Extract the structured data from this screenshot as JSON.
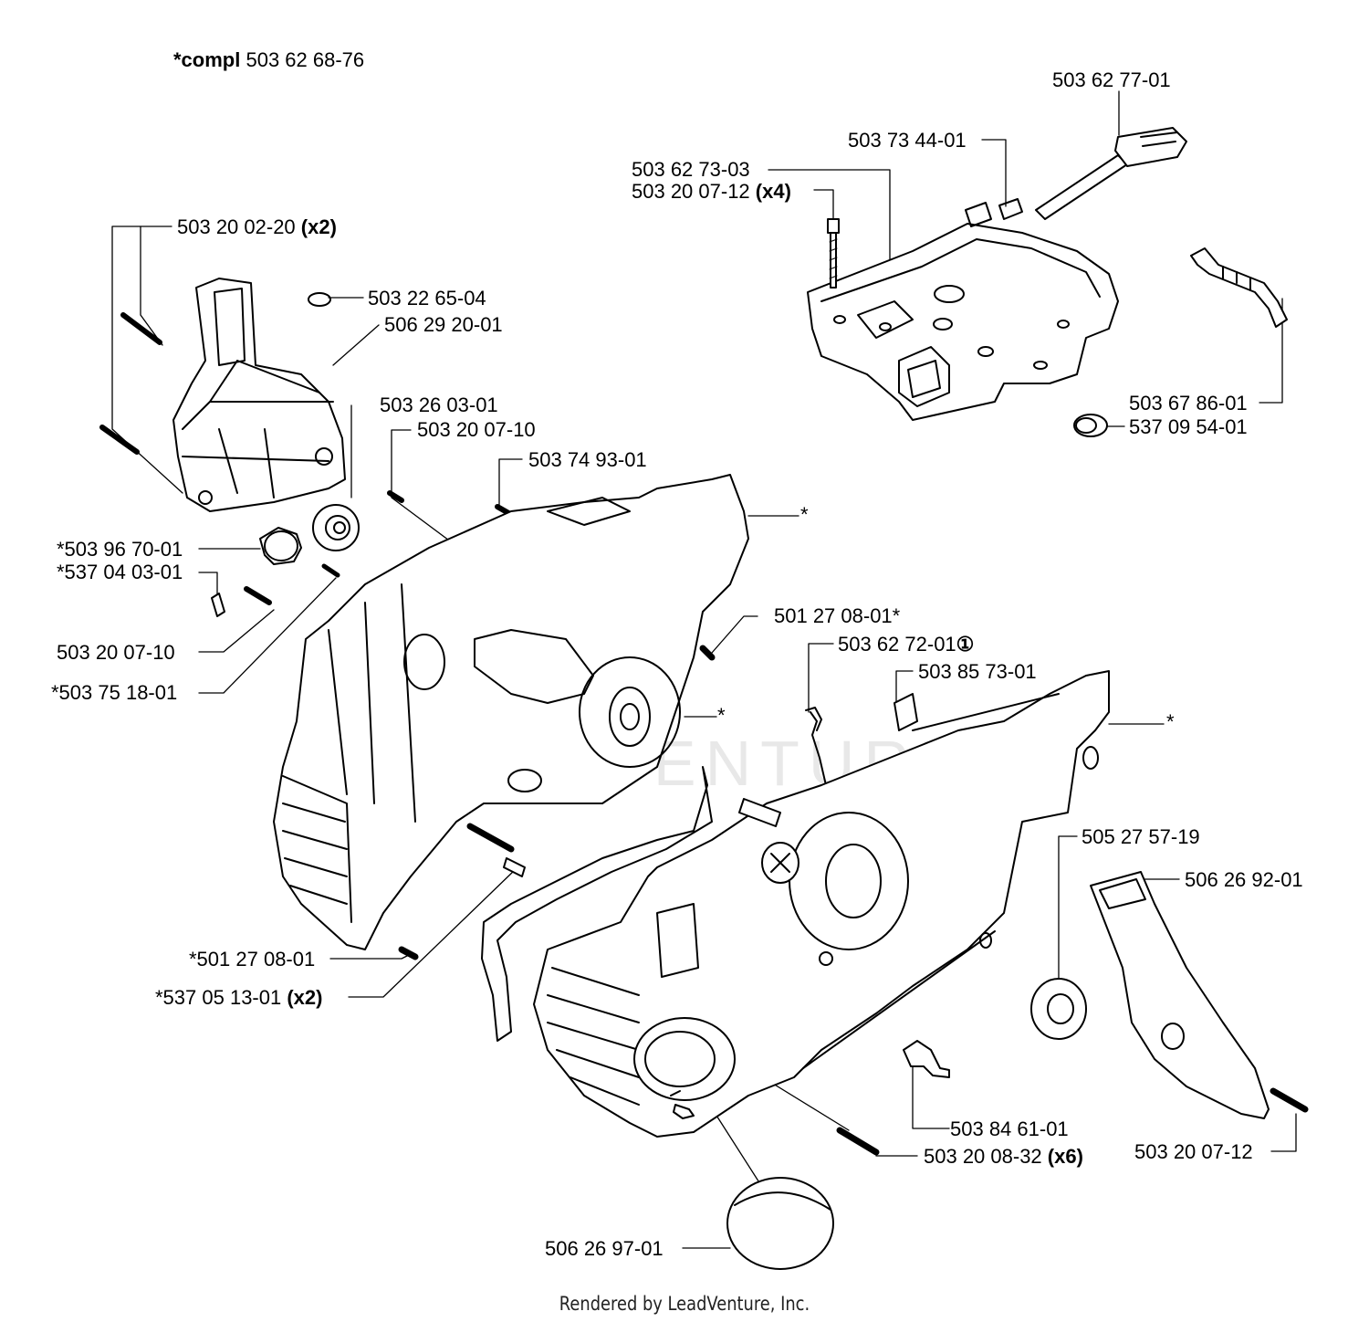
{
  "header": {
    "compl_label": "*compl",
    "compl_number": "503 62 68-76"
  },
  "callouts": [
    {
      "id": "c01",
      "number": "503 62 77-01",
      "qty": ""
    },
    {
      "id": "c02",
      "number": "503 73 44-01",
      "qty": ""
    },
    {
      "id": "c03",
      "number": "503 62 73-03",
      "qty": ""
    },
    {
      "id": "c04",
      "number": "503 20 07-12",
      "qty": "(x4)"
    },
    {
      "id": "c05",
      "number": "503 20 02-20",
      "qty": "(x2)"
    },
    {
      "id": "c06",
      "number": "503 22 65-04",
      "qty": ""
    },
    {
      "id": "c07",
      "number": "506 29 20-01",
      "qty": ""
    },
    {
      "id": "c08",
      "number": "503 26 03-01",
      "qty": ""
    },
    {
      "id": "c09",
      "number": "503 20 07-10",
      "qty": ""
    },
    {
      "id": "c10",
      "number": "503 74 93-01",
      "qty": ""
    },
    {
      "id": "c11",
      "number": "*",
      "qty": ""
    },
    {
      "id": "c12",
      "number": "503 67 86-01",
      "qty": ""
    },
    {
      "id": "c13",
      "number": "537 09 54-01",
      "qty": ""
    },
    {
      "id": "c14",
      "number": "*503 96 70-01",
      "qty": ""
    },
    {
      "id": "c15",
      "number": "*537 04 03-01",
      "qty": ""
    },
    {
      "id": "c16",
      "number": "501 27 08-01*",
      "qty": ""
    },
    {
      "id": "c17",
      "number": "503 62 72-01",
      "qty": "①"
    },
    {
      "id": "c18",
      "number": "503 85 73-01",
      "qty": ""
    },
    {
      "id": "c19",
      "number": "503 20 07-10",
      "qty": ""
    },
    {
      "id": "c20",
      "number": "*503 75 18-01",
      "qty": ""
    },
    {
      "id": "c21",
      "number": "*",
      "qty": ""
    },
    {
      "id": "c22",
      "number": "*",
      "qty": ""
    },
    {
      "id": "c23",
      "number": "505 27 57-19",
      "qty": ""
    },
    {
      "id": "c24",
      "number": "506 26 92-01",
      "qty": ""
    },
    {
      "id": "c25",
      "number": "*501 27 08-01",
      "qty": ""
    },
    {
      "id": "c26",
      "number": "*537 05 13-01",
      "qty": "(x2)"
    },
    {
      "id": "c27",
      "number": "503 84 61-01",
      "qty": ""
    },
    {
      "id": "c28",
      "number": "503 20 08-32",
      "qty": "(x6)"
    },
    {
      "id": "c29",
      "number": "503 20 07-12",
      "qty": ""
    },
    {
      "id": "c30",
      "number": "506 26 97-01",
      "qty": ""
    }
  ],
  "watermark": "LEADVENTURE",
  "footer": "Rendered by LeadVenture, Inc."
}
